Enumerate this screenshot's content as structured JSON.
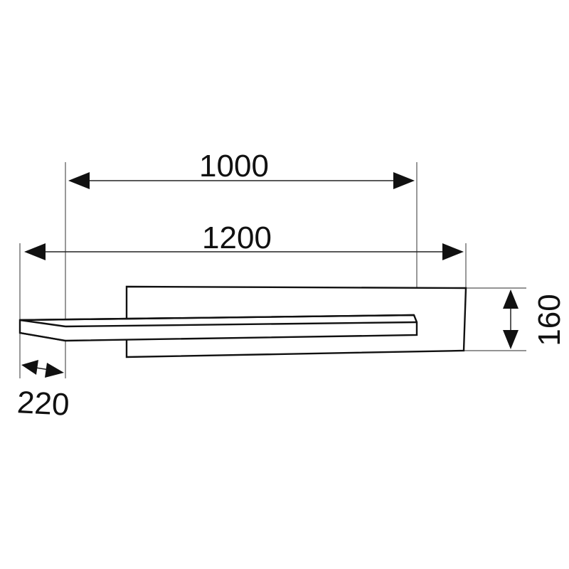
{
  "dimensions": {
    "inner_width": "1000",
    "overall_width": "1200",
    "height": "160",
    "depth": "220"
  },
  "colors": {
    "line": "#111111",
    "background": "#ffffff"
  }
}
